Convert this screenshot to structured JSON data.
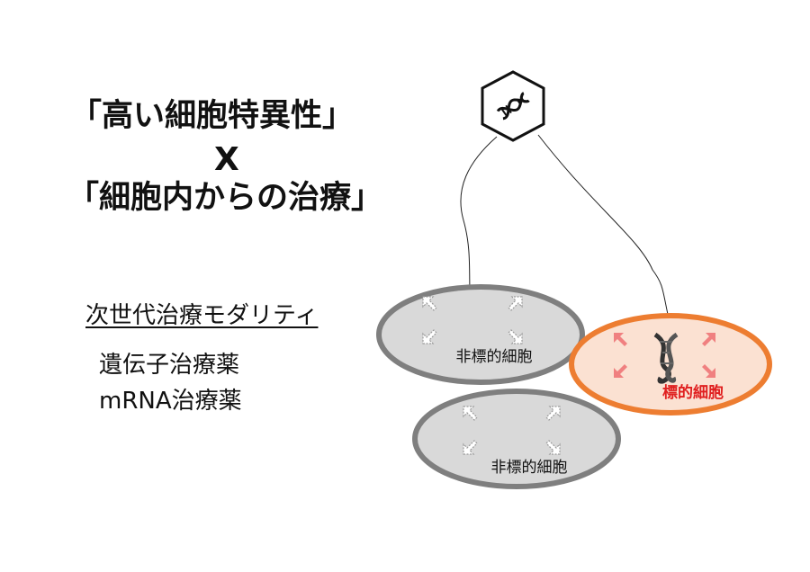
{
  "headline": {
    "line1": "「高い細胞特異性」",
    "times": "X",
    "line2": "「細胞内からの治療」"
  },
  "modality": {
    "heading": "次世代治療モダリティ",
    "items": [
      "遺伝子治療薬",
      "mRNA治療薬"
    ]
  },
  "cells": {
    "non_target_label": "非標的細胞",
    "target_label": "標的細胞"
  },
  "colors": {
    "cell_fill": "#d9d9d9",
    "cell_stroke": "#7f7f7f",
    "target_fill": "#fbe1d2",
    "target_stroke": "#ed7d31",
    "target_text": "#e01f1f",
    "arrow_red": "#f08080"
  },
  "icons": {
    "drug": "dna-hexagon-icon",
    "target": "dna-double-helix-icon"
  }
}
